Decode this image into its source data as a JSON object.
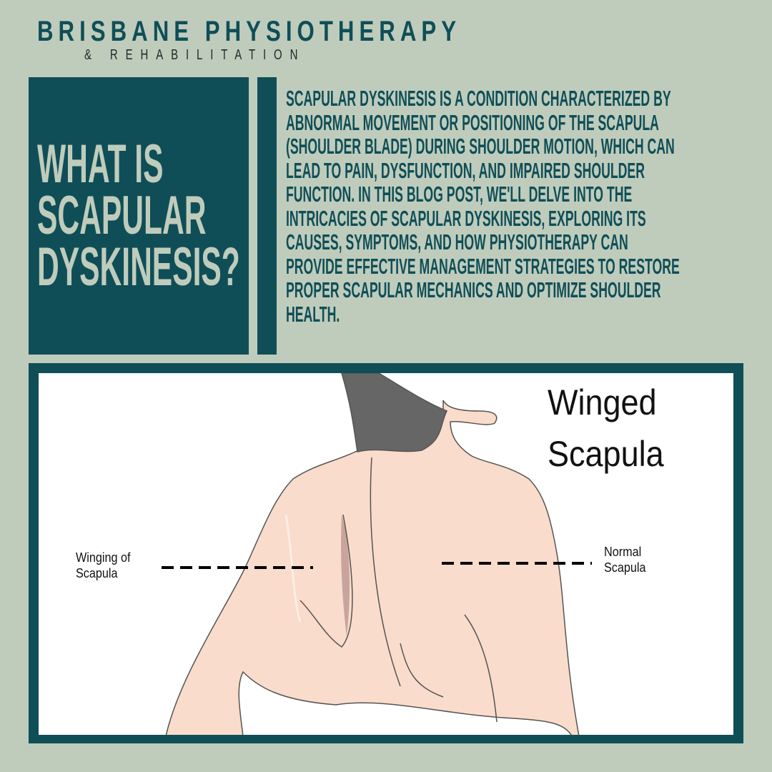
{
  "brand": {
    "name": "BRISBANE PHYSIOTHERAPY",
    "tagline": "& REHABILITATION"
  },
  "heading": {
    "lines": [
      "WHAT IS",
      "SCAPULAR",
      "DYSKINESIS?"
    ]
  },
  "intro": {
    "lines": [
      "SCAPULAR DYSKINESIS IS A CONDITION CHARACTERIZED BY",
      "ABNORMAL MOVEMENT OR POSITIONING OF THE SCAPULA",
      "(SHOULDER BLADE) DURING SHOULDER MOTION, WHICH CAN",
      "LEAD TO PAIN, DYSFUNCTION, AND IMPAIRED SHOULDER",
      "FUNCTION. IN THIS BLOG POST, WE'LL DELVE INTO THE",
      "INTRICACIES OF SCAPULAR DYSKINESIS, EXPLORING ITS",
      "CAUSES, SYMPTOMS, AND HOW PHYSIOTHERAPY CAN",
      "PROVIDE EFFECTIVE MANAGEMENT STRATEGIES TO RESTORE",
      "PROPER SCAPULAR MECHANICS AND OPTIMIZE SHOULDER",
      "HEALTH."
    ]
  },
  "figure": {
    "title_lines": [
      "Winged",
      "Scapula"
    ],
    "label_left_lines": [
      "Winging of",
      "Scapula"
    ],
    "label_right_lines": [
      "Normal",
      "Scapula"
    ]
  },
  "colors": {
    "background": "#bfccbc",
    "teal": "#0f4e57",
    "skin": "#f9dccb",
    "hair": "#666666"
  }
}
